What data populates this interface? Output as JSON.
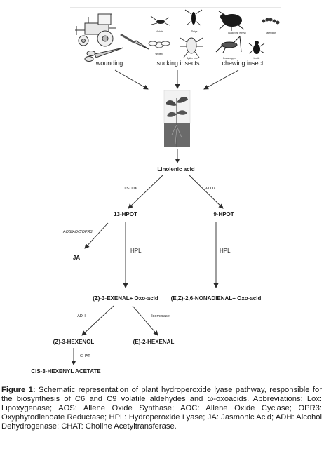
{
  "diagram": {
    "sources": {
      "wounding": "wounding",
      "sucking": "sucking insects",
      "chewing": "chewing insect"
    },
    "insect_labels": {
      "aphids": "Aphids",
      "thrips": "Thrips",
      "whitefly": "Whitefly",
      "spider_mite": "Spider mite",
      "black_vine_weevil": "Black Vine Weevil",
      "caterpillar": "caterpillar",
      "grasshopper": "Grasshopper",
      "beetle": "beetle"
    },
    "nodes": {
      "linolenic": "Linolenic acid",
      "hpot13": "13-HPOT",
      "hpot9": "9-HPOT",
      "ja": "JA",
      "exenal": "(Z)-3-EXENAL+ Oxo-acid",
      "nonadienal": "(E,Z)-2,6-NONADIENAL+ Oxo-acid",
      "hexenol": "(Z)-3-HEXENOL",
      "e2hexenal": "(E)-2-HEXENAL",
      "acetate": "CIS-3-HEXENYL ACETATE"
    },
    "enzymes": {
      "lox13": "13-LOX",
      "lox9": "9-LOX",
      "aos": "AOS/AOC/OPR3",
      "hpl_left": "HPL",
      "hpl_right": "HPL",
      "adh": "ADH",
      "isomerase": "Isomerase",
      "chat": "CHAT"
    }
  },
  "caption": {
    "figure_label": "Figure 1:",
    "text": "Schematic representation of plant hydroperoxide lyase pathway, responsible for the biosynthesis of C6 and C9 volatile aldehydes and ω-oxoacids. Abbreviations: Lox: Lipoxygenase; AOS: Allene Oxide Synthase; AOC: Allene Oxide Cyclase; OPR3: Oxyphytodienoate Reductase; HPL: Hydroperoxide Lyase; JA: Jasmonic Acid; ADH: Alcohol Dehydrogenase; CHAT: Choline Acetyltransferase."
  }
}
